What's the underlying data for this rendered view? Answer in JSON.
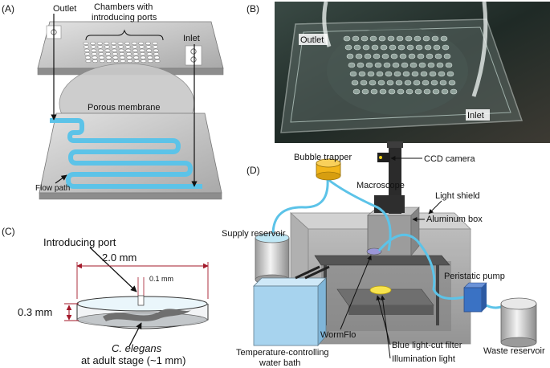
{
  "panels": {
    "a": {
      "tag": "(A)",
      "outlet": "Outlet",
      "chambers_line1": "Chambers with",
      "chambers_line2": "introducing ports",
      "inlet": "Inlet",
      "membrane": "Porous membrane",
      "flow_path": "Flow path"
    },
    "b": {
      "tag": "(B)",
      "outlet": "Outlet",
      "inlet": "Inlet"
    },
    "c": {
      "tag": "(C)",
      "introducing_port": "Introducing port",
      "width": "2.0 mm",
      "port_width": "0.1 mm",
      "height": "0.3 mm",
      "species": "C. elegans",
      "stage_line1": "at adult stage (~1 mm)"
    },
    "d": {
      "tag": "(D)",
      "bubble_trapper": "Bubble trapper",
      "ccd_camera": "CCD camera",
      "macroscope": "Macroscope",
      "light_shield": "Light shield",
      "aluminum_box": "Aluminum box",
      "supply_reservoir": "Supply reservoir",
      "peristaltic_pump": "Peristatic pump",
      "wormflo": "WormFlo",
      "blue_filter": "Blue light-cut filter",
      "illumination": "Illumination light",
      "waste_reservoir": "Waste reservoir",
      "bath_line1": "Temperature-controlling",
      "bath_line2": "water bath"
    }
  },
  "colors": {
    "channel": "#5cc3e8",
    "glass": "#c8c8c8",
    "membrane": "#c9c9c9",
    "arrow_red": "#a3192a",
    "bath": "#a7d3ee",
    "pump": "#3a72c4",
    "trapper": "#f2b51a",
    "illum": "#f7e34d"
  }
}
